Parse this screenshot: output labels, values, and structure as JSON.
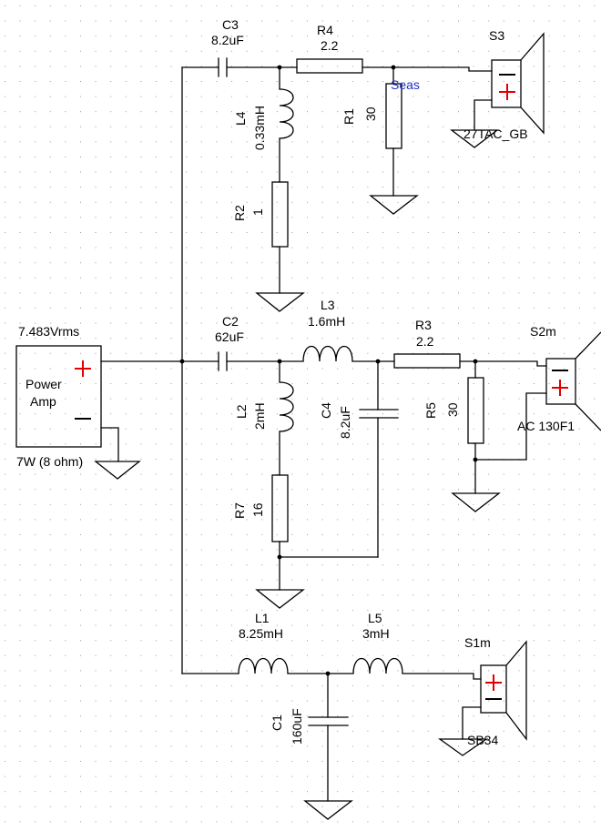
{
  "amp": {
    "voltage": "7.483Vrms",
    "name_line1": "Power",
    "name_line2": "Amp",
    "rating": "7W (8 ohm)"
  },
  "tweeter": {
    "C3": {
      "ref": "C3",
      "value": "8.2uF"
    },
    "R4": {
      "ref": "R4",
      "value": "2.2"
    },
    "L4": {
      "ref": "L4",
      "value": "0.33mH"
    },
    "R1": {
      "ref": "R1",
      "value": "30"
    },
    "R2": {
      "ref": "R2",
      "value": "1"
    },
    "speaker": {
      "ref": "S3",
      "brand": "Seas",
      "model": "27TAC_GB"
    }
  },
  "midrange": {
    "C2": {
      "ref": "C2",
      "value": "62uF"
    },
    "L3": {
      "ref": "L3",
      "value": "1.6mH"
    },
    "R3": {
      "ref": "R3",
      "value": "2.2"
    },
    "L2": {
      "ref": "L2",
      "value": "2mH"
    },
    "C4": {
      "ref": "C4",
      "value": "8.2uF"
    },
    "R5": {
      "ref": "R5",
      "value": "30"
    },
    "R7": {
      "ref": "R7",
      "value": "16"
    },
    "speaker": {
      "ref": "S2m",
      "model": "AC 130F1"
    }
  },
  "woofer": {
    "L1": {
      "ref": "L1",
      "value": "8.25mH"
    },
    "L5": {
      "ref": "L5",
      "value": "3mH"
    },
    "C1": {
      "ref": "C1",
      "value": "160uF"
    },
    "speaker": {
      "ref": "S1m",
      "model": "SB34"
    }
  },
  "colors": {
    "wire": "#000000",
    "plus": "#e00000",
    "seas_text": "#2030c0",
    "grid_dot": "#9a9a9a"
  }
}
